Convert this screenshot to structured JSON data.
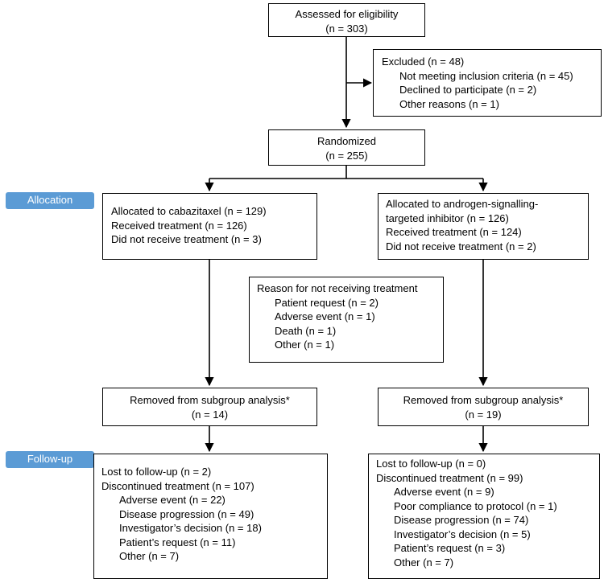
{
  "assessed": {
    "line1": "Assessed for eligibility",
    "line2": "(n = 303)"
  },
  "excluded": {
    "title": "Excluded (n = 48)",
    "items": [
      "Not meeting inclusion criteria (n = 45)",
      "Declined to participate (n = 2)",
      "Other reasons (n = 1)"
    ]
  },
  "randomized": {
    "line1": "Randomized",
    "line2": "(n = 255)"
  },
  "labels": {
    "allocation": "Allocation",
    "followup": "Follow-up"
  },
  "alloc_left": [
    "Allocated to cabazitaxel (n = 129)",
    "Received treatment (n = 126)",
    "Did not receive treatment (n = 3)"
  ],
  "alloc_right": [
    "Allocated to androgen-signalling-",
    "targeted inhibitor (n = 126)",
    "Received treatment (n = 124)",
    "Did not receive treatment (n = 2)"
  ],
  "reason": {
    "title": "Reason for not receiving treatment",
    "items": [
      "Patient request (n = 2)",
      "Adverse event (n = 1)",
      "Death (n = 1)",
      "Other (n = 1)"
    ]
  },
  "removed_left": {
    "line1": "Removed from subgroup analysis*",
    "line2": "(n = 14)"
  },
  "removed_right": {
    "line1": "Removed from subgroup analysis*",
    "line2": "(n = 19)"
  },
  "followup_left": {
    "lost": "Lost to follow-up (n = 2)",
    "disc": "Discontinued treatment (n = 107)",
    "items": [
      "Adverse event (n = 22)",
      "Disease progression (n = 49)",
      "Investigator’s decision (n = 18)",
      "Patient’s request (n = 11)",
      "Other (n = 7)"
    ]
  },
  "followup_right": {
    "lost": "Lost to follow-up (n = 0)",
    "disc": "Discontinued treatment (n = 99)",
    "items": [
      "Adverse event (n = 9)",
      "Poor compliance to protocol (n = 1)",
      "Disease progression (n = 74)",
      "Investigator’s decision (n = 5)",
      "Patient’s request (n = 3)",
      "Other (n = 7)"
    ]
  }
}
